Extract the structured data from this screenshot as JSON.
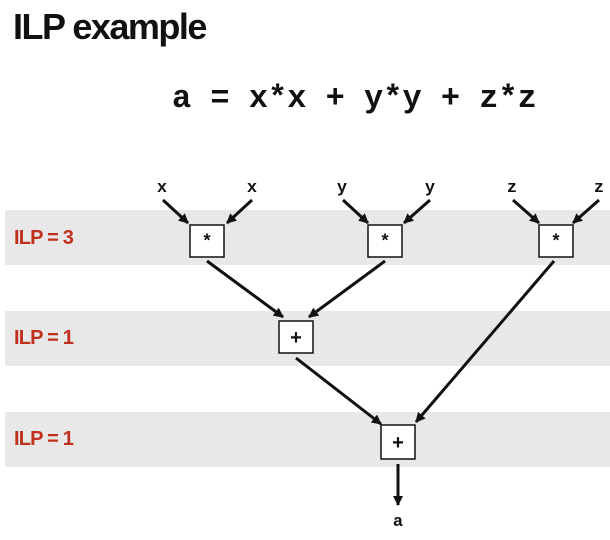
{
  "title": "ILP example",
  "formula": "a = x*x + y*y + z*z",
  "bands": [
    {
      "label": "ILP = 3"
    },
    {
      "label": "ILP = 1"
    },
    {
      "label": "ILP = 1"
    }
  ],
  "inputs": [
    "x",
    "x",
    "y",
    "y",
    "z",
    "z"
  ],
  "nodes": [
    {
      "id": "mul_x",
      "op": "*"
    },
    {
      "id": "mul_y",
      "op": "*"
    },
    {
      "id": "mul_z",
      "op": "*"
    },
    {
      "id": "add_xy",
      "op": "+"
    },
    {
      "id": "add_xyz",
      "op": "+"
    }
  ],
  "output": "a"
}
